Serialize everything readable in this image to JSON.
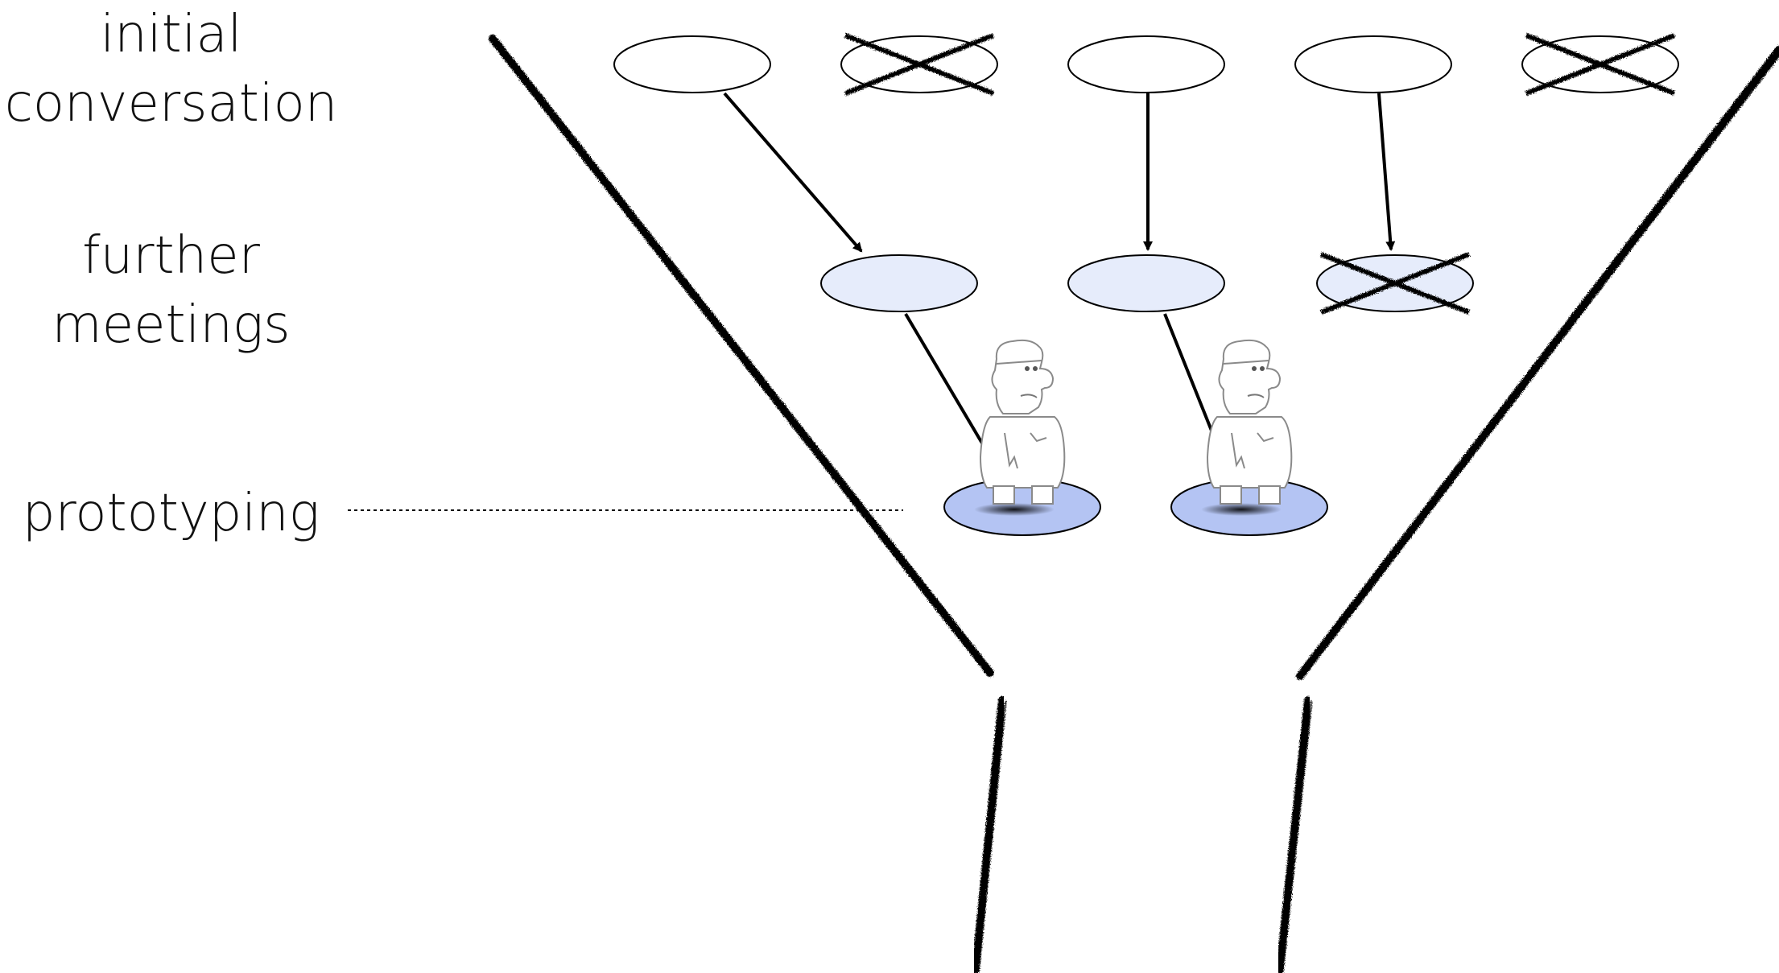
{
  "labels": {
    "initial": [
      "initial",
      "conversation"
    ],
    "further": [
      "further",
      "meetings"
    ],
    "prototyping": [
      "prototyping"
    ]
  },
  "stages": {
    "initial": {
      "outcomes": [
        "kept",
        "rejected",
        "kept",
        "kept",
        "rejected"
      ]
    },
    "further": {
      "outcomes": [
        "kept",
        "kept",
        "rejected"
      ]
    },
    "prototyping": {
      "outcomes": [
        "kept",
        "kept"
      ]
    }
  },
  "colors": {
    "initial_fill": "#ffffff",
    "further_fill": "#e6ecfb",
    "proto_fill": "#b4c4f3",
    "ink": "#000000"
  },
  "figure": "robot-figure"
}
